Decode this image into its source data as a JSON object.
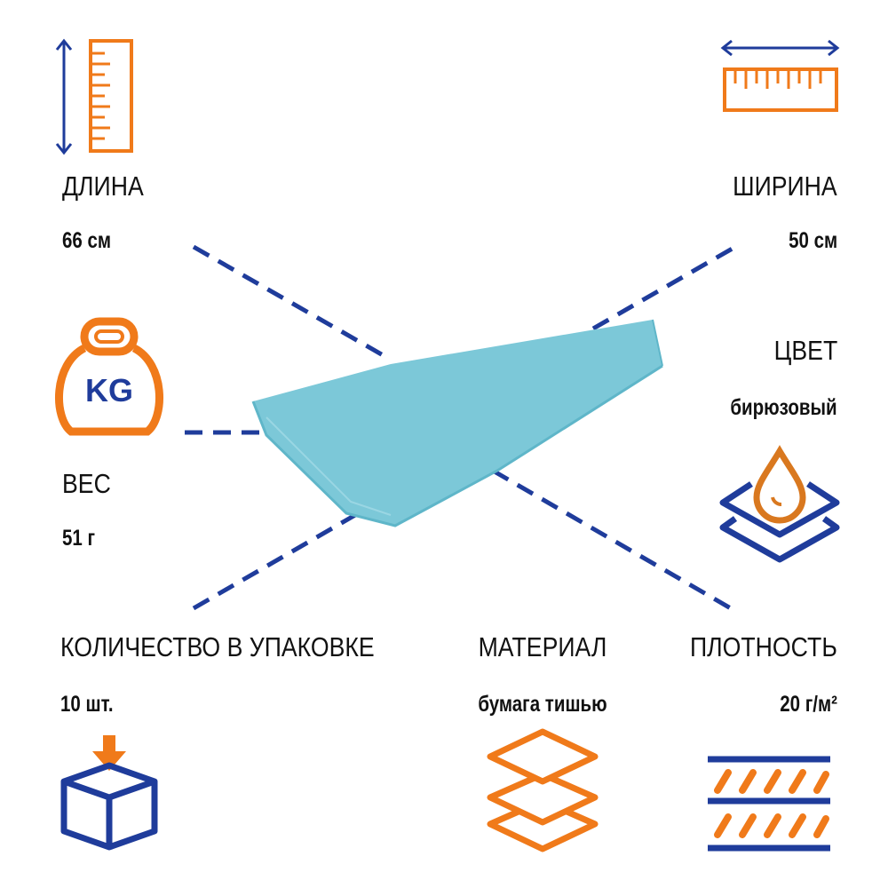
{
  "colors": {
    "blue": "#1f3c9b",
    "orange": "#f07a1a",
    "paper": "#7cc8d8",
    "paper_edge": "#5fb6c9"
  },
  "specs": {
    "length": {
      "label": "ДЛИНА",
      "value": "66 см",
      "icon": "vertical-ruler-icon"
    },
    "width": {
      "label": "ШИРИНА",
      "value": "50 см",
      "icon": "horizontal-ruler-icon"
    },
    "weight": {
      "label": "ВЕС",
      "value": "51 г",
      "icon": "kettlebell-icon",
      "icon_text": "KG"
    },
    "color": {
      "label": "ЦВЕТ",
      "value": "бирюзовый",
      "icon": "drop-layers-icon"
    },
    "quantity": {
      "label": "КОЛИЧЕСТВО В УПАКОВКЕ",
      "value": "10 шт.",
      "icon": "box-icon"
    },
    "material": {
      "label": "МАТЕРИАЛ",
      "value": "бумага тишью",
      "icon": "layers-icon"
    },
    "density": {
      "label": "ПЛОТНОСТЬ",
      "value": "20 г/м²",
      "icon": "density-icon"
    }
  }
}
